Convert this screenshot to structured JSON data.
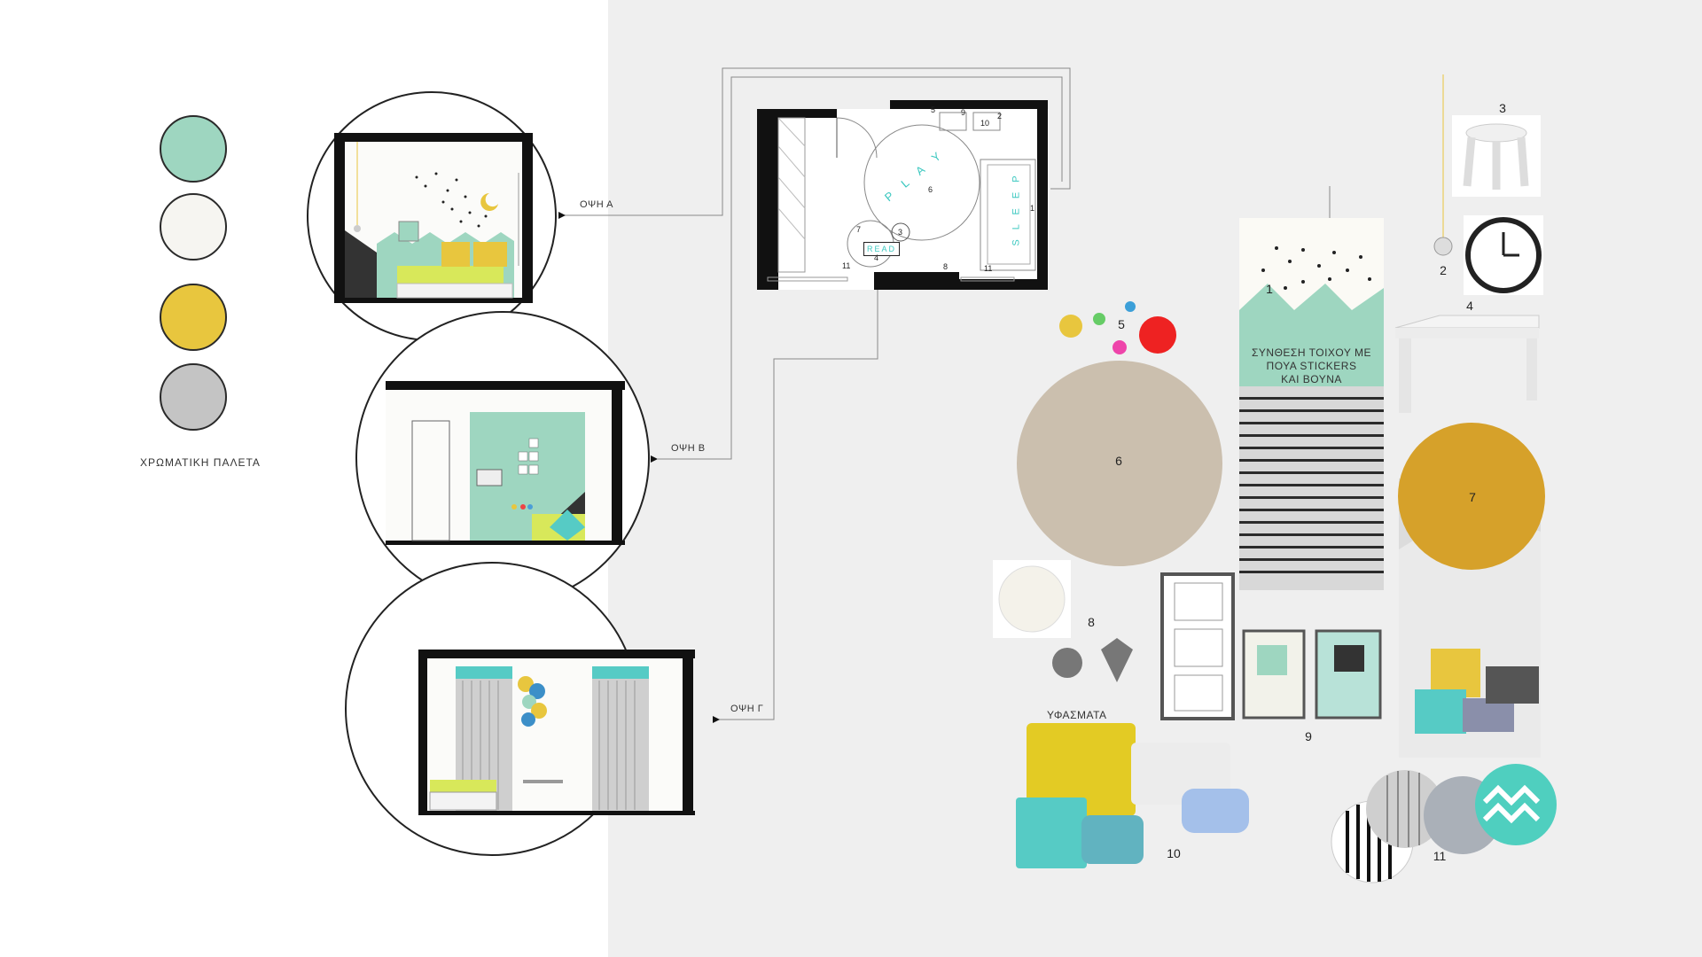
{
  "palette": {
    "label": "ΧΡΩΜΑΤΙΚΗ ΠΑΛΕΤΑ",
    "colors": [
      "#9ed6c0",
      "#f6f5f1",
      "#e8c63e",
      "#c4c4c4"
    ]
  },
  "views": {
    "a": "ΟΨΗ Α",
    "b": "ΟΨΗ Β",
    "c": "ΟΨΗ Γ"
  },
  "plan": {
    "play": "P L A Y",
    "sleep": "S L E E P",
    "read": "READ",
    "numbers": [
      "5",
      "9",
      "2",
      "10",
      "6",
      "1",
      "7",
      "3",
      "4",
      "11",
      "8",
      "11"
    ]
  },
  "wall": {
    "caption_line1": "ΣΥΝΘΕΣΗ ΤΟΙΧΟΥ ΜΕ",
    "caption_line2": "ΠΟΥΑ STICKERS",
    "caption_line3": "ΚΑΙ ΒΟΥΝΑ"
  },
  "items": {
    "n1": "1",
    "n2": "2",
    "n3": "3",
    "n4": "4",
    "n5": "5",
    "n6": "6",
    "n7": "7",
    "n8": "8",
    "n9": "9",
    "n10": "10",
    "n11": "11"
  },
  "fabrics_label": "ΥΦΑΣΜΑΤΑ"
}
